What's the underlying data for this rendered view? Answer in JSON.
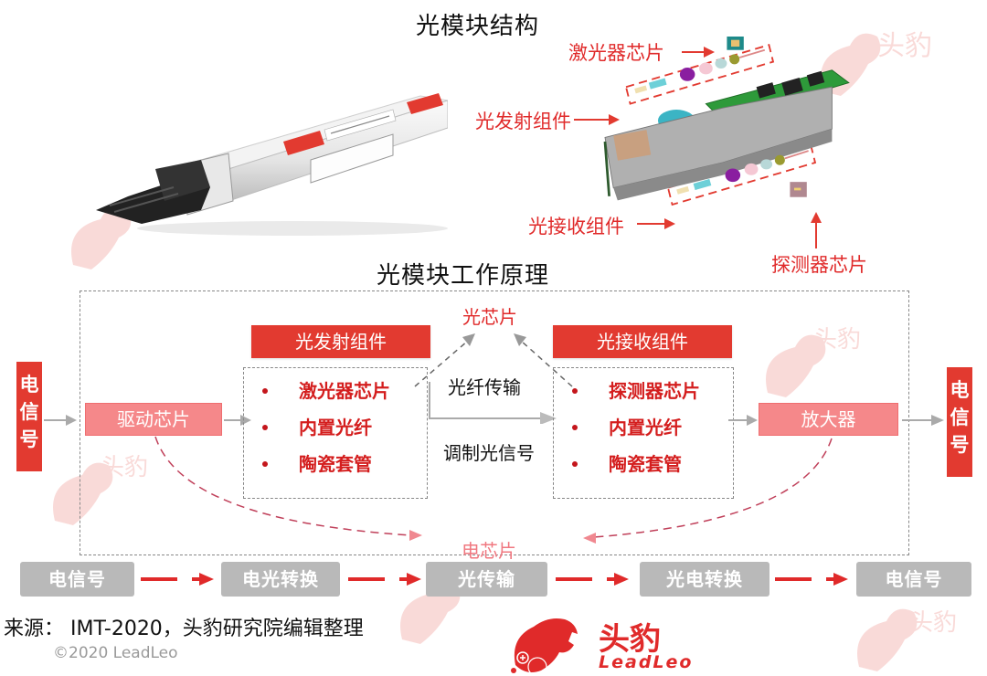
{
  "structure": {
    "title": "光模块结构",
    "callouts": {
      "laser_chip": "激光器芯片",
      "tosa": "光发射组件",
      "rosa": "光接收组件",
      "detector_chip": "探测器芯片"
    }
  },
  "principle": {
    "title": "光模块工作原理",
    "input_signal": "电信号",
    "output_signal": "电信号",
    "driver_chip": "驱动芯片",
    "amplifier": "放大器",
    "optical_chip_label": "光芯片",
    "electrical_chip_label": "电芯片",
    "fiber_transmission": "光纤传输",
    "modulated_signal": "调制光信号",
    "tosa": {
      "header": "光发射组件",
      "items": [
        "激光器芯片",
        "内置光纤",
        "陶瓷套管"
      ]
    },
    "rosa": {
      "header": "光接收组件",
      "items": [
        "探测器芯片",
        "内置光纤",
        "陶瓷套管"
      ]
    }
  },
  "flow": {
    "steps": [
      "电信号",
      "电光转换",
      "光传输",
      "光电转换",
      "电信号"
    ]
  },
  "footer": {
    "source": "来源： IMT-2020，头豹研究院编辑整理",
    "copyright": "©2020 LeadLeo",
    "logo_cn": "头豹",
    "logo_en": "LeadLeo"
  },
  "colors": {
    "accent_red": "#e23a30",
    "pink": "#f5888a",
    "flow_gray": "#b9b9b9",
    "dash_gray": "#888888"
  }
}
